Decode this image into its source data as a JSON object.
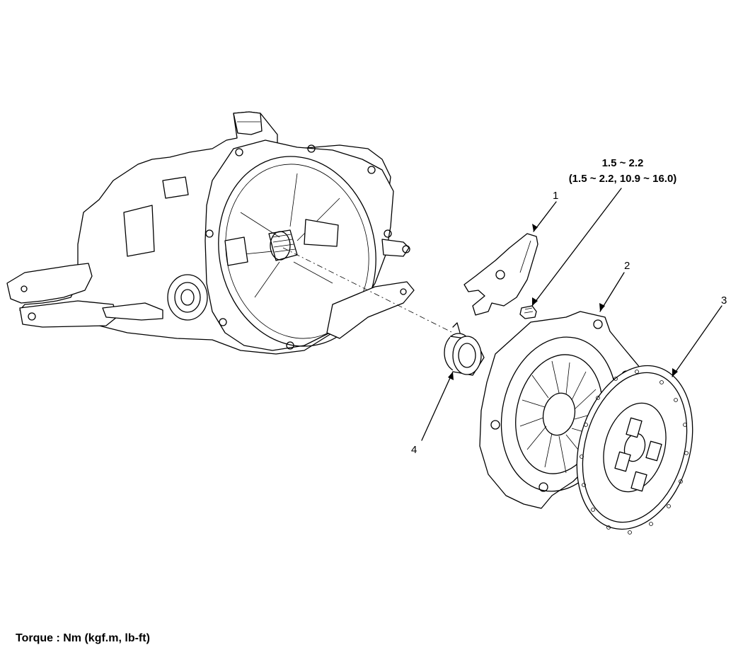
{
  "torque_spec": {
    "nm_range": "1.5 ~ 2.2",
    "imperial_range": "(1.5 ~ 2.2, 10.9 ~ 16.0)"
  },
  "callouts": [
    {
      "number": "1",
      "part": "clutch-release-fork"
    },
    {
      "number": "2",
      "part": "clutch-cover"
    },
    {
      "number": "3",
      "part": "clutch-disc"
    },
    {
      "number": "4",
      "part": "release-bearing"
    }
  ],
  "legend": "Torque : Nm (kgf.m, lb-ft)"
}
